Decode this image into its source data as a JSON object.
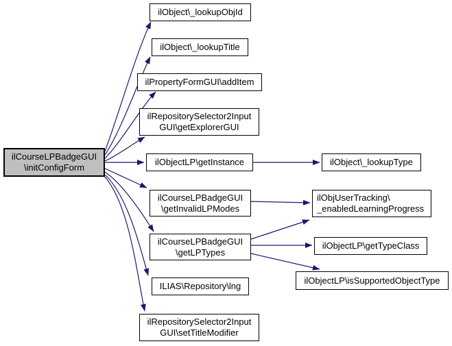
{
  "diagram": {
    "type": "call-graph",
    "colors": {
      "edge": "#191970",
      "node_border": "#000000",
      "node_fill": "#ffffff",
      "highlight_fill": "#bfbfbf",
      "text": "#000000",
      "background": "#ffffff"
    },
    "nodes": [
      {
        "id": "initConfigForm",
        "lines": [
          "ilCourseLPBadgeGUI",
          "\\initConfigForm"
        ],
        "highlighted": true
      },
      {
        "id": "lookupObjId",
        "lines": [
          "ilObject\\_lookupObjId"
        ]
      },
      {
        "id": "lookupTitle",
        "lines": [
          "ilObject\\_lookupTitle"
        ]
      },
      {
        "id": "addItem",
        "lines": [
          "ilPropertyFormGUI\\addItem"
        ]
      },
      {
        "id": "getExplorerGUI",
        "lines": [
          "ilRepositorySelector2Input",
          "GUI\\getExplorerGUI"
        ]
      },
      {
        "id": "getInstance",
        "lines": [
          "ilObjectLP\\getInstance"
        ]
      },
      {
        "id": "getInvalidLPModes",
        "lines": [
          "ilCourseLPBadgeGUI",
          "\\getInvalidLPModes"
        ]
      },
      {
        "id": "getLPTypes",
        "lines": [
          "ilCourseLPBadgeGUI",
          "\\getLPTypes"
        ]
      },
      {
        "id": "lng",
        "lines": [
          "ILIAS\\Repository\\lng"
        ]
      },
      {
        "id": "setTitleModifier",
        "lines": [
          "ilRepositorySelector2Input",
          "GUI\\setTitleModifier"
        ]
      },
      {
        "id": "lookupType",
        "lines": [
          "ilObject\\_lookupType"
        ]
      },
      {
        "id": "enabledLearningProgress",
        "lines": [
          "ilObjUserTracking\\",
          "_enabledLearningProgress"
        ]
      },
      {
        "id": "getTypeClass",
        "lines": [
          "ilObjectLP\\getTypeClass"
        ]
      },
      {
        "id": "isSupportedObjectType",
        "lines": [
          "ilObjectLP\\isSupportedObjectType"
        ]
      }
    ],
    "edges": [
      {
        "from": "initConfigForm",
        "to": "lookupObjId"
      },
      {
        "from": "initConfigForm",
        "to": "lookupTitle"
      },
      {
        "from": "initConfigForm",
        "to": "addItem"
      },
      {
        "from": "initConfigForm",
        "to": "getExplorerGUI"
      },
      {
        "from": "initConfigForm",
        "to": "getInstance"
      },
      {
        "from": "initConfigForm",
        "to": "getInvalidLPModes"
      },
      {
        "from": "initConfigForm",
        "to": "getLPTypes"
      },
      {
        "from": "initConfigForm",
        "to": "lng"
      },
      {
        "from": "initConfigForm",
        "to": "setTitleModifier"
      },
      {
        "from": "getInstance",
        "to": "lookupType"
      },
      {
        "from": "getInvalidLPModes",
        "to": "enabledLearningProgress"
      },
      {
        "from": "getLPTypes",
        "to": "enabledLearningProgress"
      },
      {
        "from": "getLPTypes",
        "to": "getTypeClass"
      },
      {
        "from": "getLPTypes",
        "to": "isSupportedObjectType"
      }
    ]
  }
}
